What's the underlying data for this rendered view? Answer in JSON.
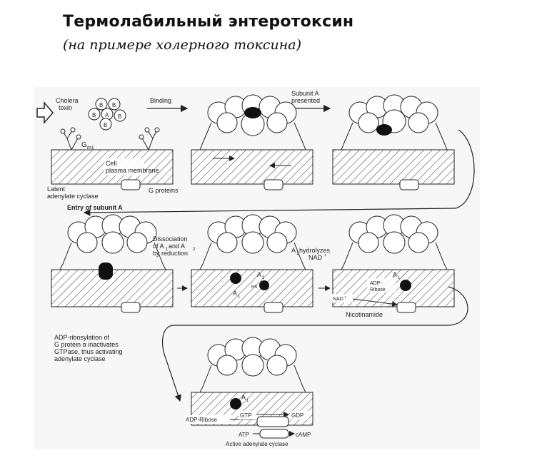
{
  "header": {
    "title": "Термолабильный энтеротоксин",
    "subtitle": "(на примере холерного токсина)"
  },
  "labels": {
    "cholera_toxin_1": "Cholera",
    "cholera_toxin_2": "toxin",
    "binding": "Binding",
    "subunit_a_1": "Subunit A",
    "subunit_a_2": "presented",
    "gm1": "G",
    "gm1_sub": "m1",
    "cell_1": "Cell",
    "cell_2": "plasma membrane",
    "latent_1": "Latent",
    "latent_2": "adenylate cyclase",
    "g_proteins": "G proteins",
    "entry": "Entry of subunit A",
    "dissoc_1": "Dissociation",
    "dissoc_2": "of A",
    "dissoc_2b": "1",
    "dissoc_2c": " and A",
    "dissoc_2d": "2",
    "dissoc_3": "by reduction",
    "a1_hydrolyzes": "A",
    "a1_hydrolyzes_sub": "1",
    "a1_hydrolyzes_rest": " hydrolyzes",
    "nad_plus": "NAD",
    "nad_sup": "+",
    "a2": "A",
    "a2_sub": "2",
    "a1": "A",
    "a1_sub": "1",
    "hs": "HS",
    "adp_ribose_1": "ADP-",
    "adp_ribose_2": "Ribose",
    "nad_plus2": "NAD",
    "nad_sup2": "+",
    "nicotinamide": "Nicotinamide",
    "adpr_1": "ADP-ribosylation of",
    "adpr_2": "G protein α inactivates",
    "adpr_3": "GTPase, thus activating",
    "adpr_4": "adenylate cyclase",
    "a1_last": "A",
    "a1_last_sub": "1",
    "gtp": "GTP",
    "gdp": "GDP",
    "adp_ribose_last": "ADP-Ribose",
    "atp": "ATP",
    "camp": "cAMP",
    "active_ac": "Active adenylate cyclase",
    "sub_b": "B",
    "sub_a": "A"
  }
}
